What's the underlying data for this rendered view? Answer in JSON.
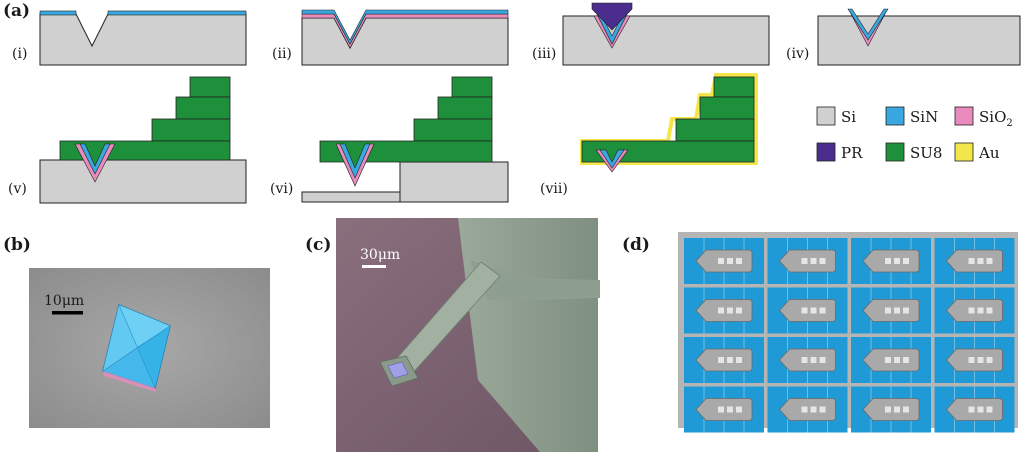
{
  "panels": {
    "a": "(a)",
    "b": "(b)",
    "c": "(c)",
    "d": "(d)"
  },
  "steps": [
    "(i)",
    "(ii)",
    "(iii)",
    "(iv)",
    "(v)",
    "(vi)",
    "(vii)"
  ],
  "legend": {
    "si": "Si",
    "sin": "SiN",
    "sio2_base": "SiO",
    "sio2_sub": "2",
    "pr": "PR",
    "su8": "SU8",
    "au": "Au"
  },
  "scalebars": {
    "b": "10μm",
    "c": "30μm"
  },
  "colors": {
    "si": "#d0d0d0",
    "sin": "#3aa8e0",
    "sio2": "#e98bbd",
    "pr": "#4a2d8c",
    "su8": "#1e8f3a",
    "au": "#f2e64a",
    "outline": "#222222"
  }
}
